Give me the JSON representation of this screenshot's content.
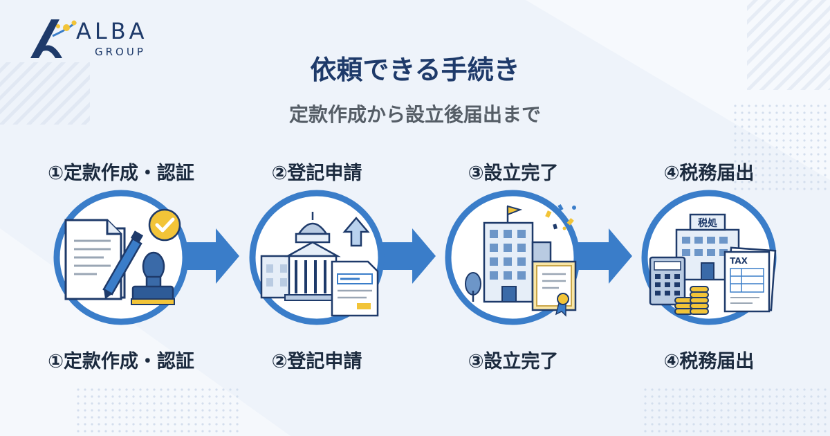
{
  "brand": {
    "name": "ALBA",
    "sub": "GROUP"
  },
  "title": "依頼できる手続き",
  "subtitle": "定款作成から設立後届出まで",
  "colors": {
    "navy": "#1e3a6a",
    "accent": "#3a7dc9",
    "gold": "#f2c438"
  },
  "steps": [
    {
      "label": "①定款作成・認証",
      "icon": "document-pen-stamp-icon"
    },
    {
      "label": "②登記申請",
      "icon": "government-building-icon"
    },
    {
      "label": "③設立完了",
      "icon": "office-building-certificate-icon"
    },
    {
      "label": "④税務届出",
      "icon": "tax-office-calculator-icon"
    }
  ],
  "illustration_text": {
    "tax_office_sign": "税処",
    "tax_form": "TAX"
  }
}
